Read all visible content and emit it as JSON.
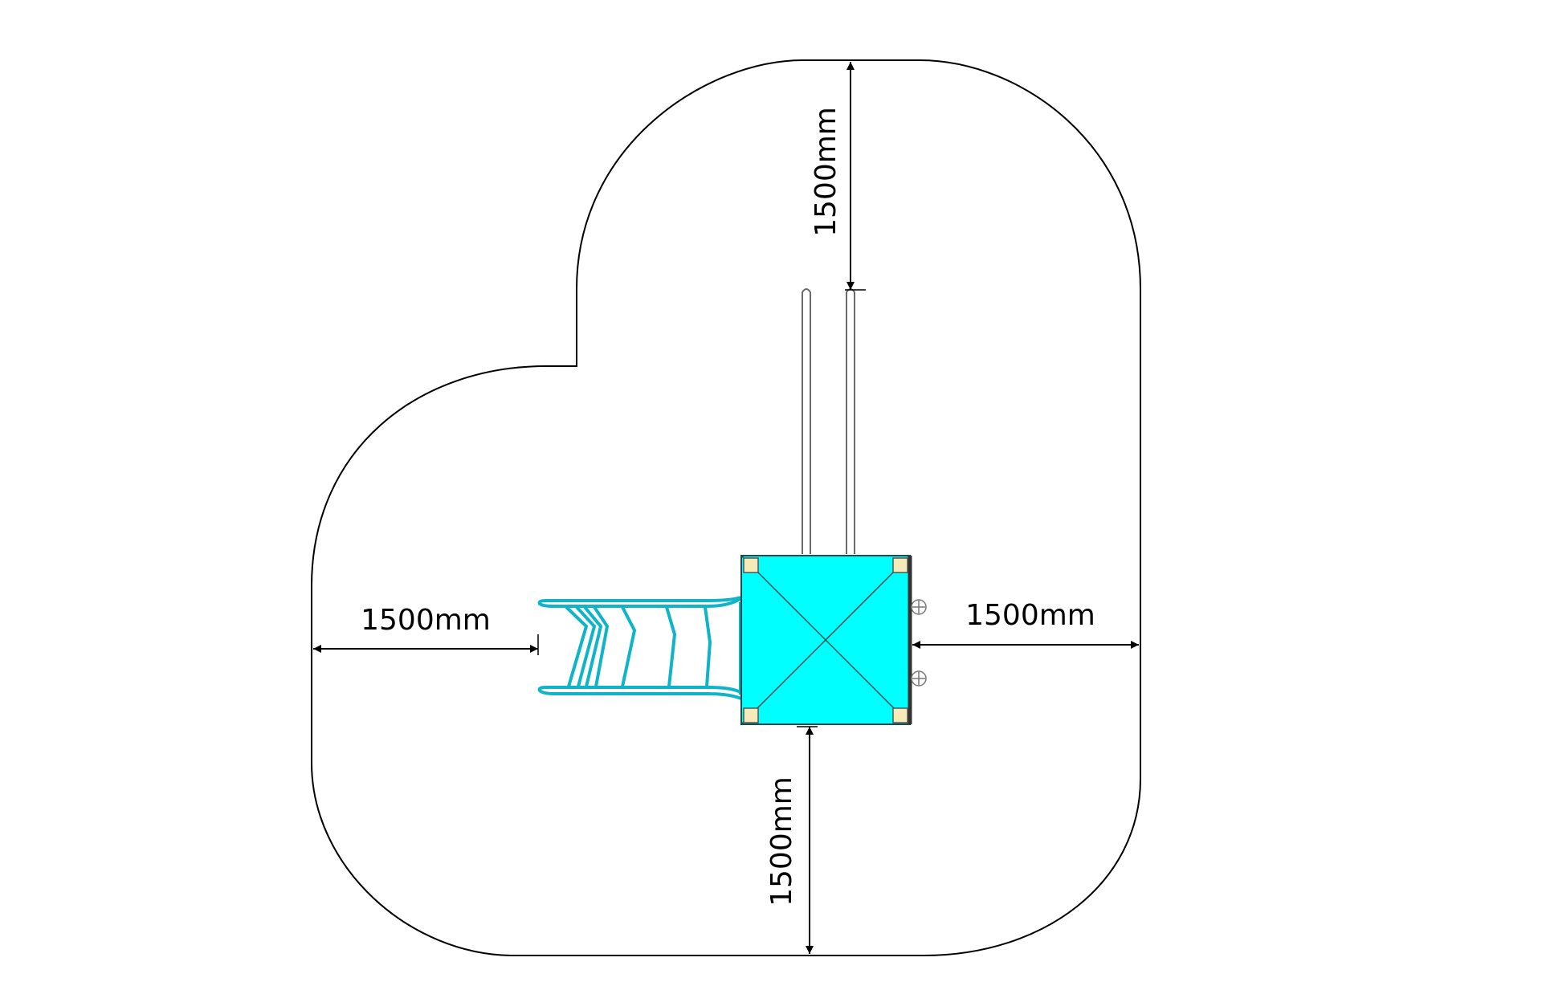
{
  "diagram": {
    "type": "playground safety zone plan (top view)",
    "dimensions": {
      "top": "1500mm",
      "left": "1500mm",
      "right": "1500mm",
      "bottom": "1500mm"
    },
    "colors": {
      "outline": "#000000",
      "equipment_fill": "#00ffff",
      "slide_stroke": "#10b4c8",
      "post_fill": "#f5eab8"
    }
  }
}
